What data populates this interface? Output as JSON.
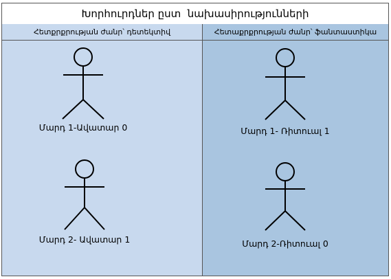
{
  "diagram": {
    "title": "Խորհուրդներ ըստ  նախասիրությունների",
    "lanes": [
      {
        "header": "Հետքրքրության ժանր՝ դետեկտիվ",
        "actors": [
          {
            "label": "Մարդ 1-Ավատար 0"
          },
          {
            "label": "Մարդ 2- Ավատար 1"
          }
        ]
      },
      {
        "header": "Հետաքրքրության ժանր՝ ֆանտաստիկա",
        "actors": [
          {
            "label": "Մարդ 1- Ռիտուալ 1"
          },
          {
            "label": "Մարդ 2-Ռիտուալ 0"
          }
        ]
      }
    ]
  }
}
